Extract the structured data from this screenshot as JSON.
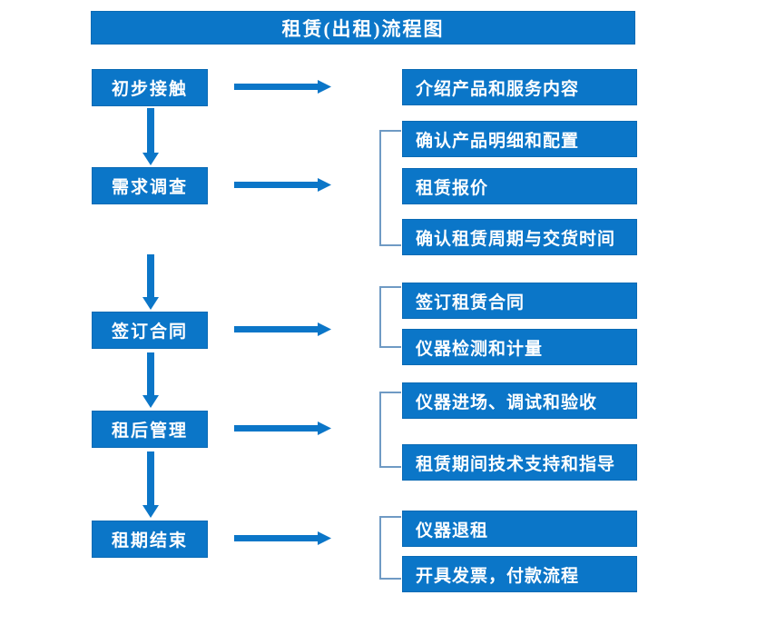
{
  "chart": {
    "type": "flowchart",
    "title": "租赁(出租)流程图",
    "colors": {
      "box_fill": "#0b76c8",
      "box_border": "#0a6ab4",
      "box_text": "#ffffff",
      "arrow": "#0b76c8",
      "bracket": "#6f9ac4",
      "background": "#ffffff"
    },
    "orientation": "top-to-bottom stages on left, detail steps on right",
    "stages": [
      {
        "id": "stage-1",
        "label": "初步接触",
        "details": [
          "介绍产品和服务内容"
        ]
      },
      {
        "id": "stage-2",
        "label": "需求调查",
        "details": [
          "确认产品明细和配置",
          "租赁报价",
          "确认租赁周期与交货时间"
        ]
      },
      {
        "id": "stage-3",
        "label": "签订合同",
        "details": [
          "签订租赁合同",
          "仪器检测和计量"
        ]
      },
      {
        "id": "stage-4",
        "label": "租后管理",
        "details": [
          "仪器进场、调试和验收",
          "租赁期间技术支持和指导"
        ]
      },
      {
        "id": "stage-5",
        "label": "租期结束",
        "details": [
          "仪器退租",
          "开具发票，付款流程"
        ]
      }
    ],
    "stage_labels": {
      "s1": "初步接触",
      "s2": "需求调查",
      "s3": "签订合同",
      "s4": "租后管理",
      "s5": "租期结束"
    },
    "detail_labels": {
      "d1": "介绍产品和服务内容",
      "d2": "确认产品明细和配置",
      "d3": "租赁报价",
      "d4": "确认租赁周期与交货时间",
      "d5": "签订租赁合同",
      "d6": "仪器检测和计量",
      "d7": "仪器进场、调试和验收",
      "d8": "租赁期间技术支持和指导",
      "d9": "仪器退租",
      "d10": "开具发票，付款流程"
    }
  }
}
